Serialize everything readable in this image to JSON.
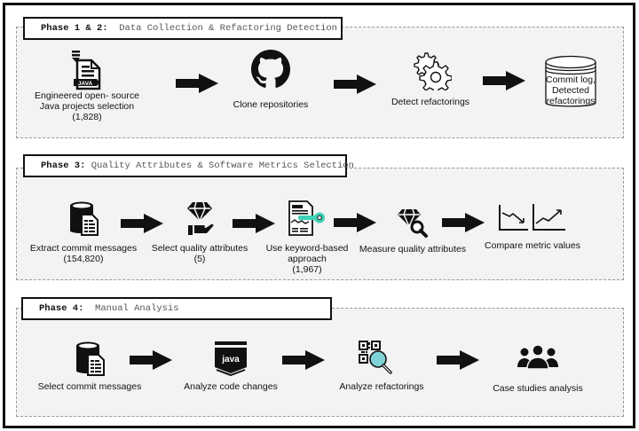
{
  "phases": [
    {
      "number": "Phase 1 & 2:",
      "title": "  Data Collection & Refactoring Detection",
      "steps": [
        {
          "icon": "java-file-download-icon",
          "lines": [
            "Engineered open- source",
            "Java projects selection",
            "(1,828)"
          ]
        },
        {
          "icon": "github-icon",
          "lines": [
            "Clone repositories"
          ]
        },
        {
          "icon": "gears-icon",
          "lines": [
            "Detect refactorings"
          ]
        },
        {
          "icon": "database-cylinder-icon",
          "lines": [
            "Commit log,",
            "Detected",
            "refactorings"
          ]
        }
      ]
    },
    {
      "number": "Phase 3:",
      "title": " Quality Attributes & Software Metrics Selection",
      "steps": [
        {
          "icon": "database-document-icon",
          "lines": [
            "Extract commit messages",
            "(154,820)"
          ]
        },
        {
          "icon": "diamond-hand-icon",
          "lines": [
            "Select quality attributes",
            "(5)"
          ]
        },
        {
          "icon": "document-key-icon",
          "lines": [
            "Use keyword-based",
            "approach",
            "(1,967)"
          ]
        },
        {
          "icon": "diamond-search-icon",
          "lines": [
            "Measure quality attributes"
          ]
        },
        {
          "icon": "trend-charts-icon",
          "lines": [
            "Compare metric values"
          ]
        }
      ]
    },
    {
      "number": "Phase 4:",
      "title": "  Manual Analysis",
      "steps": [
        {
          "icon": "database-document-icon",
          "lines": [
            "Select commit messages"
          ]
        },
        {
          "icon": "java-badge-icon",
          "lines": [
            "Analyze code changes"
          ]
        },
        {
          "icon": "qr-magnifier-icon",
          "lines": [
            "Analyze refactorings"
          ]
        },
        {
          "icon": "people-group-icon",
          "lines": [
            "Case studies analysis"
          ]
        }
      ]
    }
  ],
  "colors": {
    "accent_teal": "#3fd1b5",
    "magnifier_teal": "#7fd3d6",
    "panel_bg": "#f3f3f3"
  }
}
